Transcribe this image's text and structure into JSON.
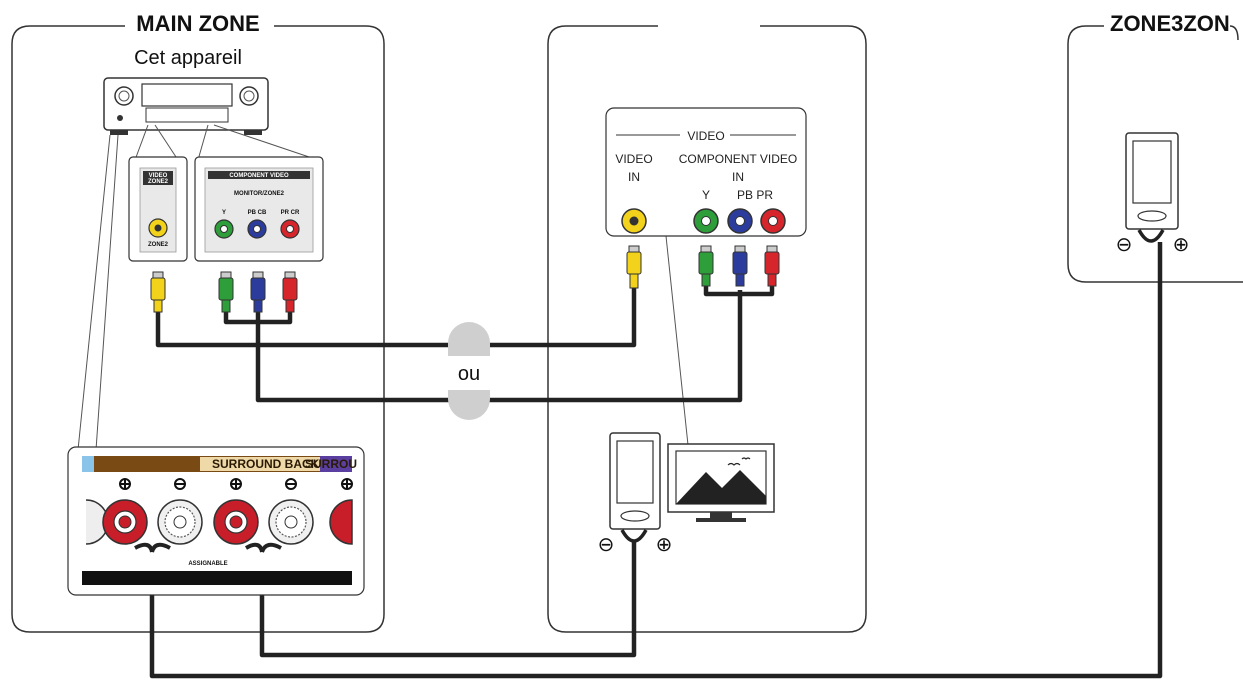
{
  "zones": {
    "main": {
      "title": "MAIN ZONE",
      "device_label": "Cet appareil"
    },
    "zone2": {
      "title": ""
    },
    "zone3": {
      "title": "ZONE3ZON"
    }
  },
  "receiver_panel": {
    "video_label": "VIDEO",
    "video_sub": "ZONE2",
    "video_jack": "ZONE2",
    "component_label": "COMPONENT VIDEO",
    "component_sub": "MONITOR/ZONE2",
    "y": "Y",
    "pb": "PB CB",
    "pr": "PR CR",
    "speaker_label": "SURROUND BACK",
    "speaker_extra": "SURROU",
    "assignable": "ASSIGNABLE"
  },
  "tv_panel": {
    "header": "VIDEO",
    "video_in_1": "VIDEO",
    "video_in_2": "IN",
    "component_1": "COMPONENT VIDEO",
    "component_2": "IN",
    "y": "Y",
    "pb_pr": "PB PR"
  },
  "or_label": "ou",
  "polarity": {
    "minus": "⊖",
    "plus": "⊕"
  },
  "colors": {
    "video_yellow": "#f2d21a",
    "y_green": "#2e9e3a",
    "pb_blue": "#2c3c9c",
    "pr_red": "#d6262c",
    "terminal_red": "#c81e2a",
    "surround_band": "#7a4a14"
  }
}
